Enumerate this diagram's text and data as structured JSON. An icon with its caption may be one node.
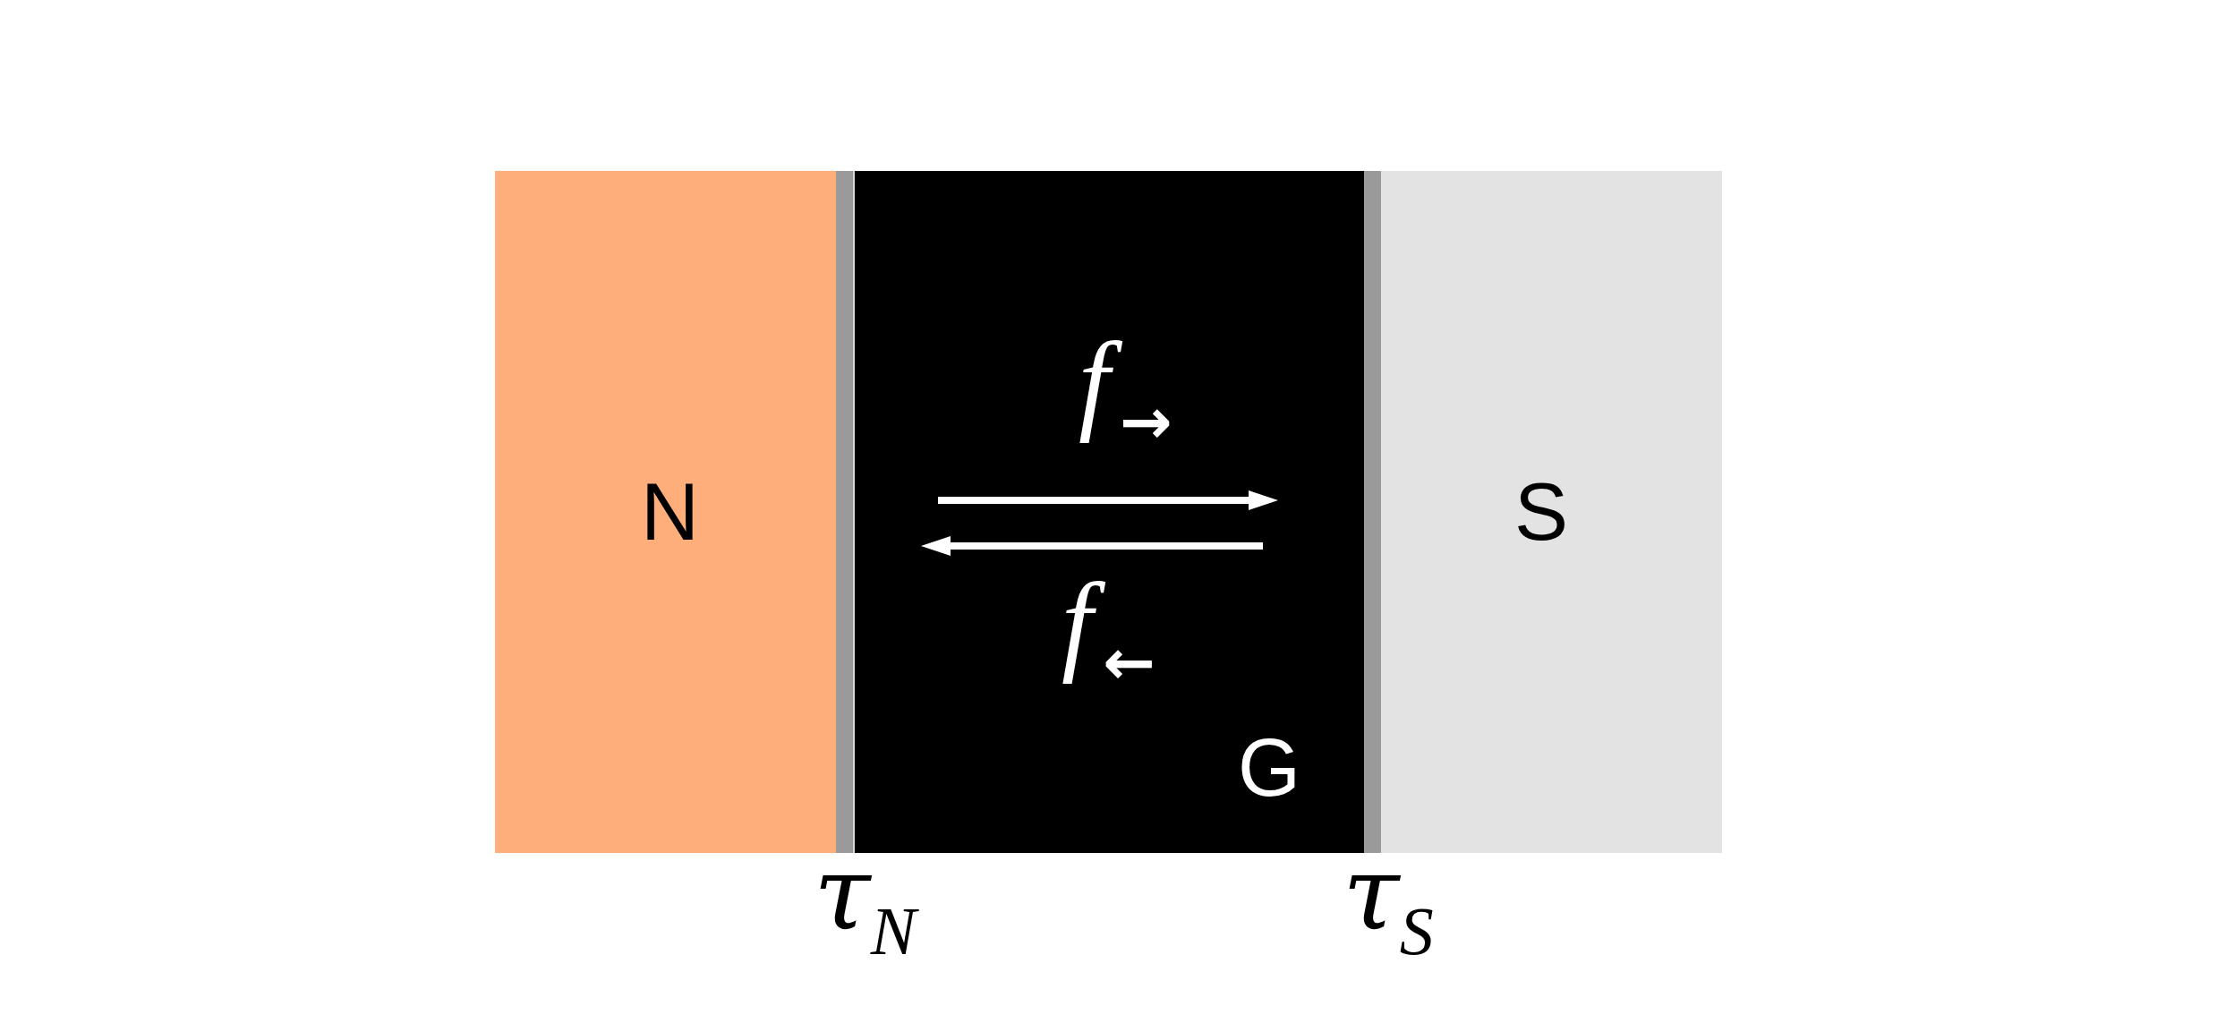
{
  "diagram": {
    "nodes": [
      {
        "text": [
          "N"
        ]
      },
      {
        "text": [],
        "shape": "bar",
        "beside": [
          "τ$_{N}$"
        ]
      },
      {
        "text": [
          "*f*$_{→}$",
          "*f*$_{←}$",
          "G"
        ]
      },
      {
        "text": [],
        "shape": "bar",
        "beside": [
          "τ$_{S}$"
        ]
      },
      {
        "text": [
          "S"
        ]
      }
    ]
  }
}
